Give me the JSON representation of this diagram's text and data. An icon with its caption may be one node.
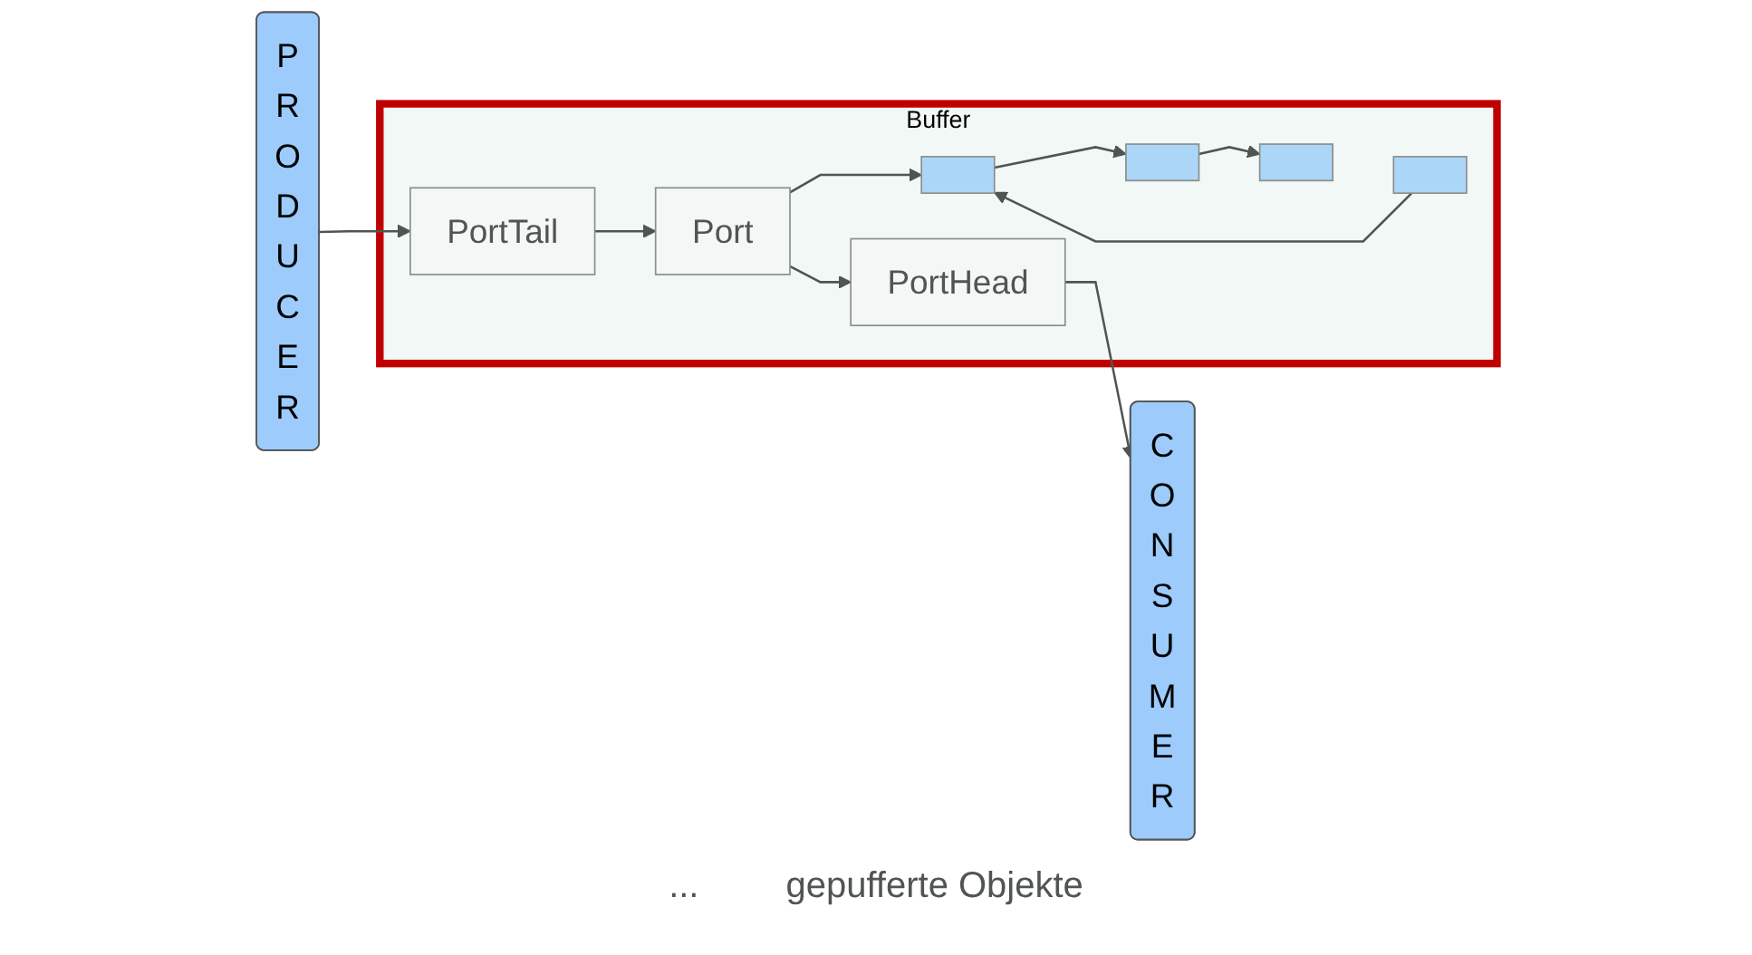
{
  "diagram": {
    "nodes": [
      {
        "text": [
          "P R O D U C E R"
        ]
      },
      {
        "text": [
          "Buffer"
        ]
      },
      {
        "text": [
          "PortTail"
        ],
        "in": 1
      },
      {
        "text": [
          "PortHead"
        ],
        "in": 1
      },
      {
        "text": [
          "Port"
        ],
        "in": 1
      },
      {
        "text": [],
        "shape": "box",
        "in": 1
      },
      {
        "text": [],
        "shape": "box",
        "in": 1
      },
      {
        "text": [],
        "shape": "box",
        "in": 1
      },
      {
        "text": [],
        "shape": "box",
        "in": 1
      },
      {
        "text": [
          "C O N S U M E R"
        ]
      }
    ],
    "edges": [
      {
        "from": 0,
        "to": 2,
        "arrow": "to"
      },
      {
        "from": 2,
        "to": 4,
        "arrow": "to"
      },
      {
        "from": 4,
        "to": 3,
        "arrow": "to"
      },
      {
        "from": 3,
        "to": 9,
        "arrow": "to"
      },
      {
        "from": 4,
        "to": 5,
        "arrow": "to"
      },
      {
        "from": 5,
        "to": 6,
        "arrow": "to"
      },
      {
        "from": 6,
        "to": 7,
        "arrow": "to"
      },
      {
        "from": 8,
        "to": 5,
        "arrow": "to"
      }
    ],
    "labels": [
      "...",
      "gepufferte Objekte"
    ]
  }
}
